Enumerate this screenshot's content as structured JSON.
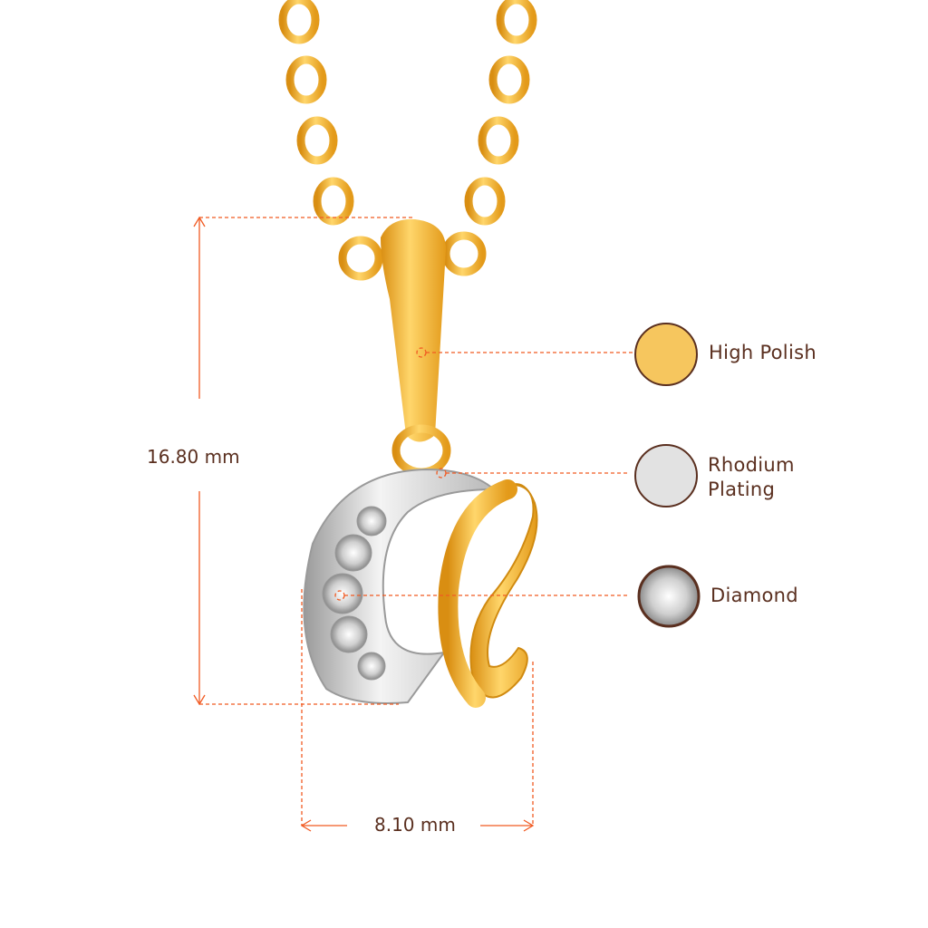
{
  "dimensions": {
    "height_label": "16.80 mm",
    "width_label": "8.10 mm"
  },
  "legend": [
    {
      "label": "High Polish",
      "swatch": "#f6c65e",
      "icon": "gold-swatch-icon"
    },
    {
      "label": "Rhodium\nPlating",
      "label_line1": "Rhodium",
      "label_line2": "Plating",
      "swatch": "#e2e2e2",
      "icon": "rhodium-swatch-icon"
    },
    {
      "label": "Diamond",
      "swatch": "#dcdcdc",
      "icon": "diamond-swatch-icon"
    }
  ],
  "colors": {
    "guide": "#f15a22",
    "text": "#5a2f1f",
    "gold": "#f2b12e",
    "silver": "#e4e4e4"
  }
}
